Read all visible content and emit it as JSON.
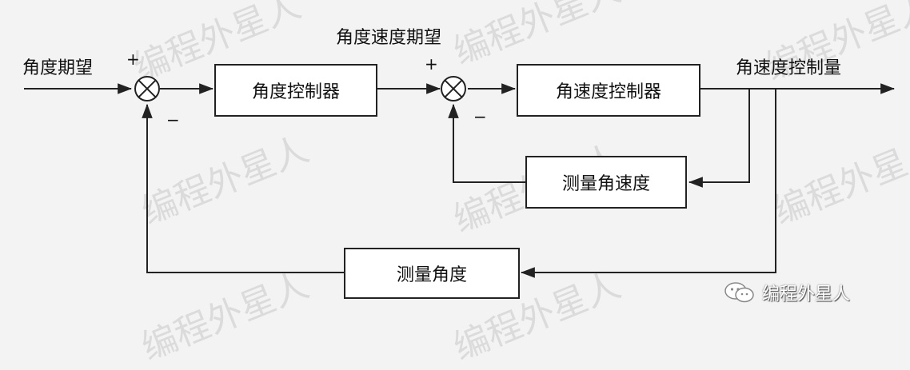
{
  "watermark": "编程外星人",
  "brand": {
    "text": "编程外星人",
    "icon": "wechat-icon"
  },
  "labels": {
    "angle_setpoint": "角度期望",
    "rate_setpoint": "角度速度期望",
    "rate_output": "角速度控制量"
  },
  "blocks": {
    "angle_controller": "角度控制器",
    "rate_controller": "角速度控制器",
    "measure_rate": "测量角速度",
    "measure_angle": "测量角度"
  },
  "signs": {
    "sum1_plus": "+",
    "sum1_minus": "−",
    "sum2_plus": "+",
    "sum2_minus": "−"
  },
  "colors": {
    "line": "#222222",
    "watermark": "#d9d9d9",
    "background": "#f3f3f3"
  }
}
